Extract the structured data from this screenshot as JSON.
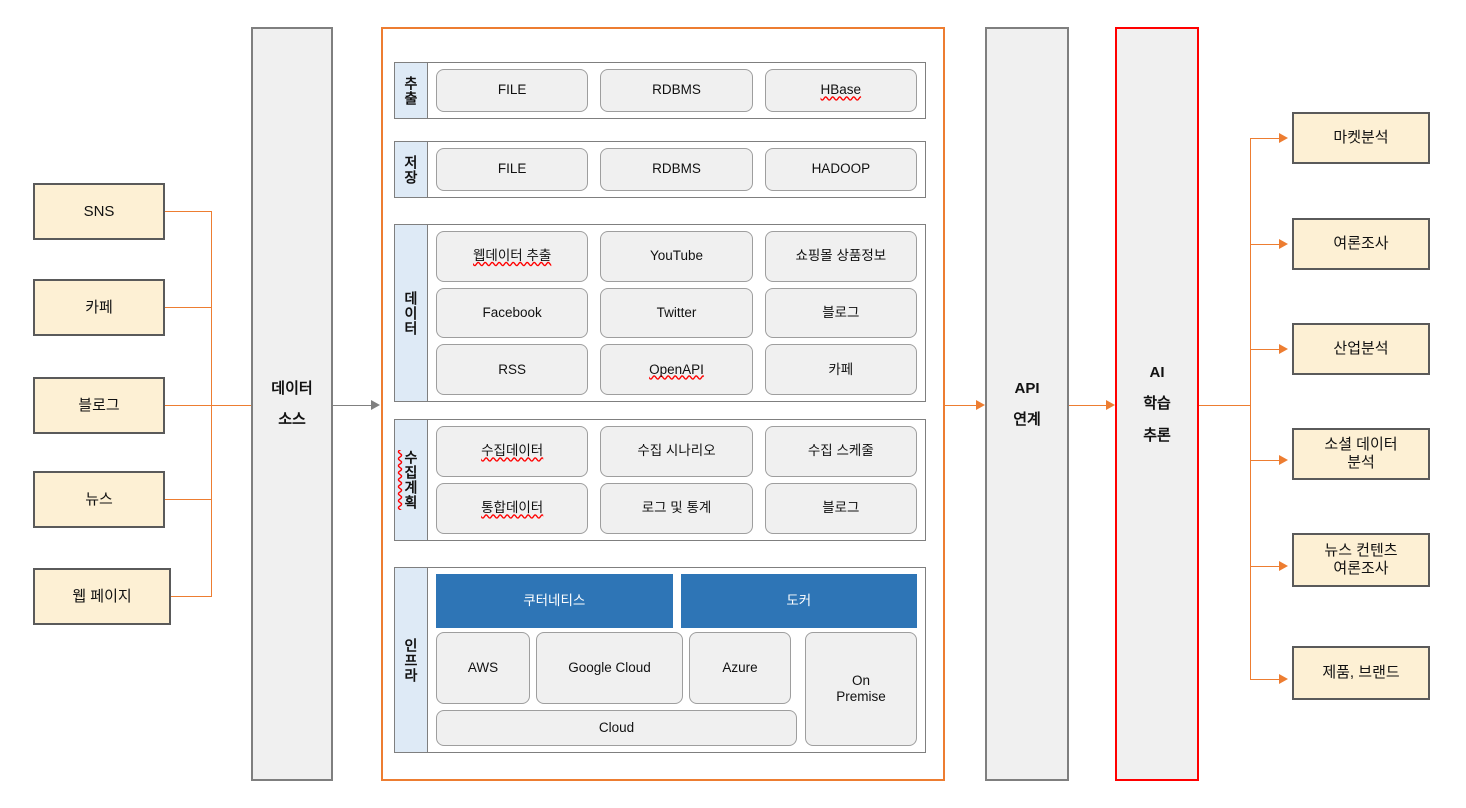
{
  "diagram": {
    "title": "Data Collection and AI Analysis Architecture",
    "colors": {
      "accent_orange": "#ED7D31",
      "source_fill": "#FDF0D4",
      "source_border": "#5A5A5A",
      "pillar_fill": "#F0F0F0",
      "pillar_border": "#7F7F7F",
      "label_fill": "#DEEAF6",
      "chip_fill": "#F0F0F0",
      "chip_border": "#9E9E9E",
      "highlight_blue": "#2E75B6",
      "red_border": "#FF0000"
    }
  },
  "sources": [
    {
      "label": "SNS"
    },
    {
      "label": "카페"
    },
    {
      "label": "블로그"
    },
    {
      "label": "뉴스"
    },
    {
      "label": "웹 페이지"
    }
  ],
  "pillars": {
    "data_source": {
      "lines": [
        "데이터",
        "소스"
      ]
    },
    "api": {
      "lines": [
        "API",
        "연계"
      ]
    },
    "ai": {
      "lines": [
        "AI",
        "학습",
        "추론"
      ]
    }
  },
  "sections": [
    {
      "label": "추출",
      "label_squiggly": false,
      "rows": [
        [
          {
            "text": "FILE",
            "squiggly": false
          },
          {
            "text": "RDBMS",
            "squiggly": false
          },
          {
            "text": "HBase",
            "squiggly": true
          }
        ]
      ]
    },
    {
      "label": "저장",
      "label_squiggly": false,
      "rows": [
        [
          {
            "text": "FILE",
            "squiggly": false
          },
          {
            "text": "RDBMS",
            "squiggly": false
          },
          {
            "text": "HADOOP",
            "squiggly": false
          }
        ]
      ]
    },
    {
      "label": "데이터",
      "label_squiggly": false,
      "rows": [
        [
          {
            "text": "웹데이터 추출",
            "squiggly": true
          },
          {
            "text": "YouTube",
            "squiggly": false
          },
          {
            "text": "쇼핑몰 상품정보",
            "squiggly": false
          }
        ],
        [
          {
            "text": "Facebook",
            "squiggly": false
          },
          {
            "text": "Twitter",
            "squiggly": false
          },
          {
            "text": "블로그",
            "squiggly": false
          }
        ],
        [
          {
            "text": "RSS",
            "squiggly": false
          },
          {
            "text": "OpenAPI",
            "squiggly": true
          },
          {
            "text": "카페",
            "squiggly": false
          }
        ]
      ]
    },
    {
      "label": "수집계획",
      "label_squiggly": true,
      "rows": [
        [
          {
            "text": "수집데이터",
            "squiggly": true
          },
          {
            "text": "수집 시나리오",
            "squiggly": false
          },
          {
            "text": "수집 스케줄",
            "squiggly": false
          }
        ],
        [
          {
            "text": "통합데이터",
            "squiggly": true
          },
          {
            "text": "로그 및 통계",
            "squiggly": false
          },
          {
            "text": "블로그",
            "squiggly": false
          }
        ]
      ]
    }
  ],
  "infra": {
    "label": "인프라",
    "label_squiggly": false,
    "top_row": [
      {
        "text": "쿠터네티스"
      },
      {
        "text": "도커"
      }
    ],
    "cloud_row": [
      {
        "text": "AWS"
      },
      {
        "text": "Google Cloud"
      },
      {
        "text": "Azure"
      }
    ],
    "cloud_wide": {
      "text": "Cloud"
    },
    "on_premise": {
      "text": "On\nPremise",
      "line1": "On",
      "line2": "Premise"
    }
  },
  "outputs": [
    {
      "line1": "마켓분석",
      "line2": ""
    },
    {
      "line1": "여론조사",
      "line2": ""
    },
    {
      "line1": "산업분석",
      "line2": ""
    },
    {
      "line1": "소셜 데이터",
      "line2": "분석"
    },
    {
      "line1": "뉴스 컨텐츠",
      "line2": "여론조사"
    },
    {
      "line1": "제품, 브랜드",
      "line2": ""
    }
  ]
}
